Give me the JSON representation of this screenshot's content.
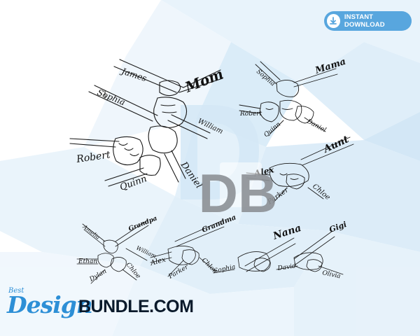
{
  "brand": {
    "best": "Best",
    "design": "Design",
    "bundle": "BUNDLE.COM"
  },
  "download_button": {
    "label": "INSTANT DOWNLOAD",
    "icon": "download-icon"
  },
  "watermark": {
    "letters": "DB"
  },
  "designs": {
    "mom": {
      "title": "Mom",
      "names": [
        "James",
        "Sophia",
        "William",
        "Robert",
        "Daniel",
        "Quinn"
      ]
    },
    "mama": {
      "title": "Mama",
      "names": [
        "Sophia",
        "Robert",
        "Quinn",
        "Daniel"
      ]
    },
    "aunt": {
      "title": "Aunt",
      "names": [
        "Alex",
        "Parker",
        "Chloe"
      ]
    },
    "grandpa": {
      "title": "Grandpa",
      "names": [
        "Amelia",
        "William",
        "Ethan",
        "Dylan",
        "Chloe"
      ]
    },
    "grandma": {
      "title": "Grandma",
      "names": [
        "Alex",
        "Parker",
        "Chloe"
      ]
    },
    "nana": {
      "title": "Nana",
      "names": [
        "Sophia"
      ]
    },
    "gigi": {
      "title": "Gigi",
      "names": [
        "David",
        "Olivia"
      ]
    }
  },
  "colors": {
    "accent": "#58a6de",
    "brand_blue": "#2d8fd6",
    "brand_dark": "#0a1a2b",
    "watermark": "#9aa0a6"
  }
}
